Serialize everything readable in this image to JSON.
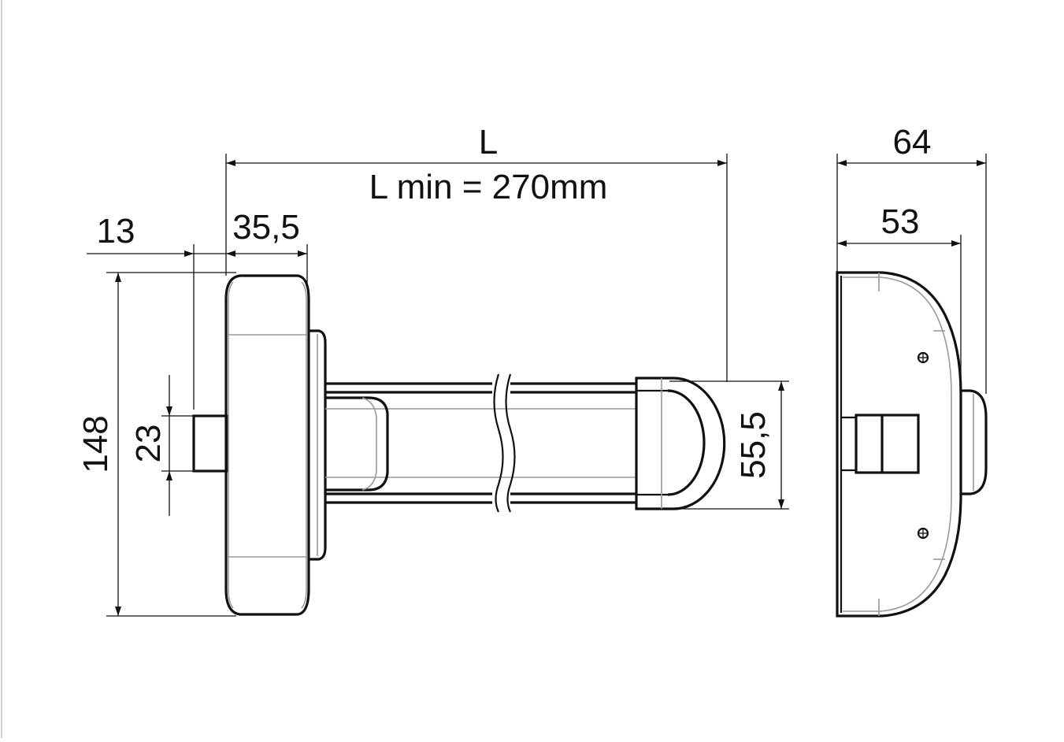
{
  "dimensions": {
    "length_label": "L",
    "length_min_label": "L min = 270mm",
    "gap_13": "13",
    "offset_35_5": "35,5",
    "height_148": "148",
    "square_23": "23",
    "body_55_5": "55,5",
    "depth_64": "64",
    "depth_53": "53"
  },
  "colors": {
    "line": "#111111",
    "background": "#ffffff",
    "edge_left": "#cfcfcf"
  }
}
